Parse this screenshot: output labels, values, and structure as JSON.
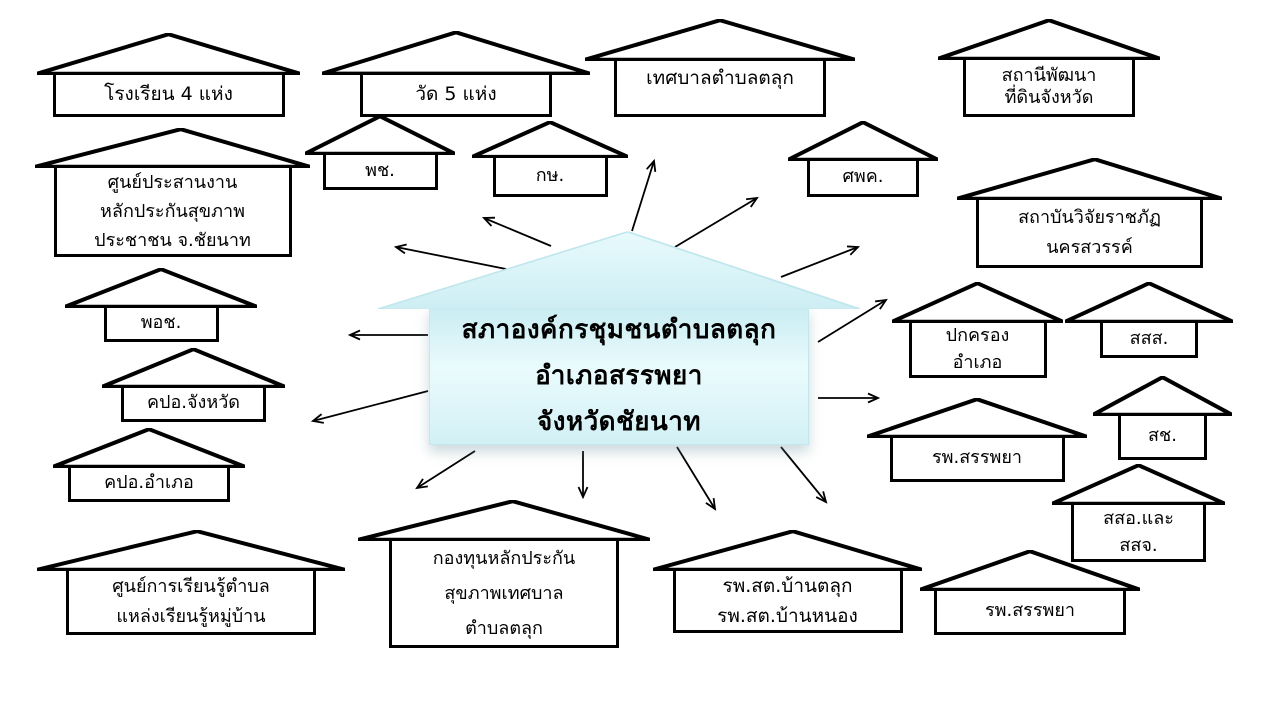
{
  "diagram": {
    "center": {
      "label": "สภาองค์กรชุมชนตำบลตลุก\nอำเภอสรรพยา\nจังหวัดชัยนาท"
    },
    "houses": [
      {
        "id": "school",
        "label": "โรงเรียน 4 แห่ง"
      },
      {
        "id": "temple",
        "label": "วัด 5 แห่ง"
      },
      {
        "id": "taluk-municipality",
        "label": "เทศบาลตำบลตลุก"
      },
      {
        "id": "land-development-station",
        "label": "สถานีพัฒนา\nที่ดินจังหวัด"
      },
      {
        "id": "health-coordination-center",
        "label": "ศูนย์ประสานงาน\nหลักประกันสุขภาพ\nประชาชน จ.ชัยนาท"
      },
      {
        "id": "por-chor",
        "label": "พช."
      },
      {
        "id": "kor-sor",
        "label": "กษ."
      },
      {
        "id": "sor-por-kor",
        "label": "ศพค."
      },
      {
        "id": "rajabhat-research-institute",
        "label": "สถาบันวิจัยราชภัฏ\nนครสวรรค์"
      },
      {
        "id": "por-or-chor",
        "label": "พอช."
      },
      {
        "id": "kor-por-or-province",
        "label": "คปอ.จังหวัด"
      },
      {
        "id": "kor-por-or-district",
        "label": "คปอ.อำเภอ"
      },
      {
        "id": "district-administration",
        "label": "ปกครอง\nอำเภอ"
      },
      {
        "id": "sor-sor-sor",
        "label": "สสส."
      },
      {
        "id": "sor-chor",
        "label": "สช."
      },
      {
        "id": "sapphaya-hospital-1",
        "label": "รพ.สรรพยา"
      },
      {
        "id": "sor-sor-or-sor-sor-jor",
        "label": "สสอ.และ\nสสจ."
      },
      {
        "id": "sapphaya-hospital-2",
        "label": "รพ.สรรพยา"
      },
      {
        "id": "learning-center",
        "label": "ศูนย์การเรียนรู้ตำบล\nแหล่งเรียนรู้หมู่บ้าน"
      },
      {
        "id": "municipal-health-fund",
        "label": "กองทุนหลักประกัน\nสุขภาพเทศบาล\nตำบลตลุก"
      },
      {
        "id": "health-promoting-hospitals",
        "label": "รพ.สต.บ้านตลุก\nรพ.สต.บ้านหนอง"
      }
    ],
    "colors": {
      "background": "#ffffff",
      "house_fill": "#ffffff",
      "house_stroke": "#000000",
      "center_fill_light": "#eafbfd",
      "center_fill_dark": "#c9ecf2",
      "arrow": "#000000"
    }
  }
}
